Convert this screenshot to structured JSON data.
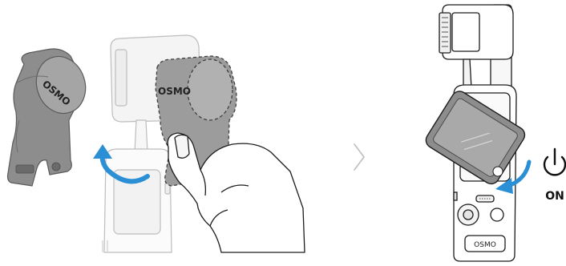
{
  "cover_loose_brand": "OSMO",
  "cover_attached_brand": "OSMO",
  "device_brand": "OSMO",
  "power_state": "ON",
  "step_separator": ">",
  "icons": {
    "rotate_arrow": "curved-arrow-icon",
    "turn_arrow": "curved-arrow-icon",
    "power": "power-icon"
  }
}
